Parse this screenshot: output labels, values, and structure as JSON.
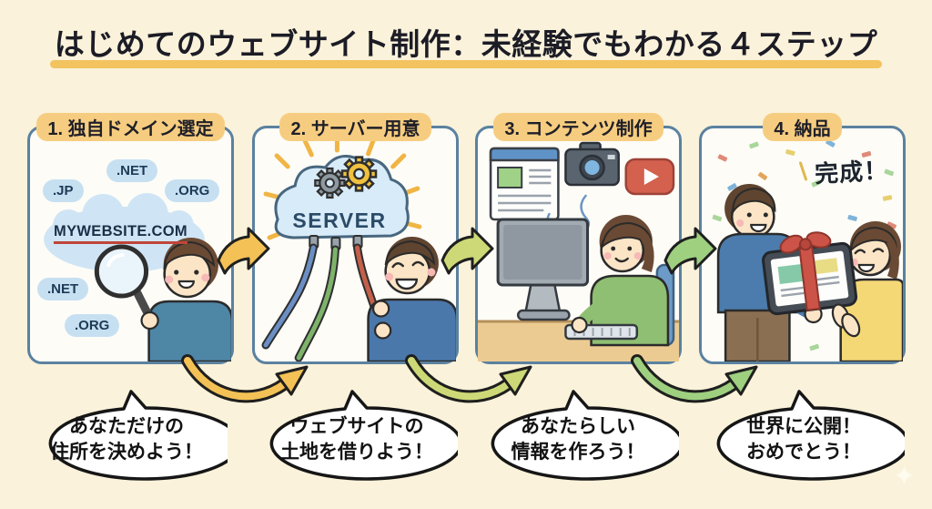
{
  "title": "はじめてのウェブサイト制作：未経験でもわかる４ステップ",
  "steps": [
    {
      "heading": "1. 独自ドメイン選定",
      "bubble_line1": "あなただけの",
      "bubble_line2": "住所を決めよう！"
    },
    {
      "heading": "2. サーバー用意",
      "bubble_line1": "ウェブサイトの",
      "bubble_line2": "土地を借りよう！"
    },
    {
      "heading": "3. コンテンツ制作",
      "bubble_line1": "あなたらしい",
      "bubble_line2": "情報を作ろう！"
    },
    {
      "heading": "4. 納品",
      "bubble_line1": "世界に公開！",
      "bubble_line2": "おめでとう！"
    }
  ],
  "panel_domain": {
    "tag_jp": ".JP",
    "tag_net_top": ".NET",
    "tag_org_top": ".ORG",
    "main_domain": "MYWEBSITE.COM",
    "tag_net_bottom": ".NET",
    "tag_org_bottom": ".ORG"
  },
  "panel_server": {
    "label": "SERVER"
  },
  "panel_delivery": {
    "complete_label": "完成！"
  },
  "icons": {
    "sparkle": "✦"
  },
  "colors": {
    "background": "#faf2da",
    "panel_border": "#5b81a0",
    "heading_highlight": "#f6cd80",
    "title_underline": "#f2c35f",
    "arrow_step1": "#f3c155",
    "arrow_step2": "#cdd977",
    "arrow_step3": "#9ed080",
    "domain_tag_bg": "#c6e0f2",
    "domain_underline": "#c0453a",
    "server_cloud": "#d8ebf8",
    "ribbon_red": "#cc5347"
  }
}
